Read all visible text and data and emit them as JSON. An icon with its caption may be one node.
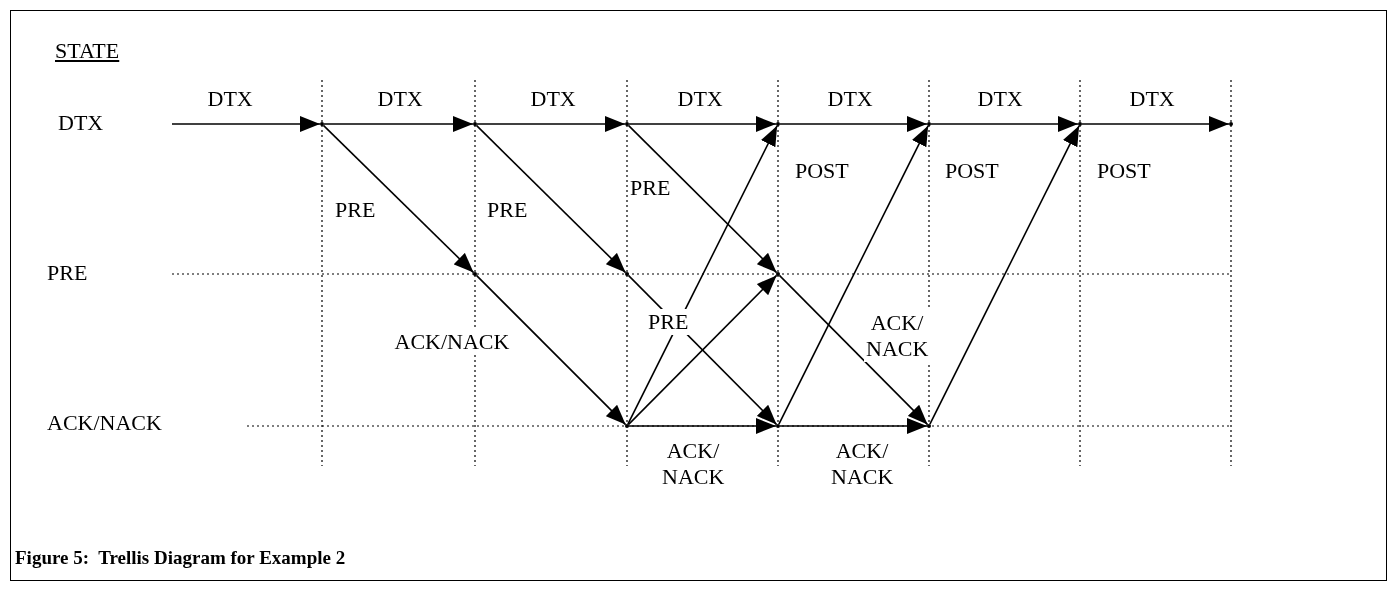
{
  "diagram": {
    "caption": "Figure 5:  Trellis Diagram for Example 2",
    "nodes": [
      {
        "text": [],
        "shape": "dot"
      },
      {
        "text": [],
        "shape": "dot"
      },
      {
        "text": [],
        "shape": "dot"
      },
      {
        "text": [],
        "shape": "dot"
      },
      {
        "text": [],
        "shape": "dot"
      },
      {
        "text": [],
        "shape": "dot"
      },
      {
        "text": [],
        "shape": "dot"
      },
      {
        "text": [],
        "shape": "dot"
      },
      {
        "text": [],
        "shape": "dot"
      },
      {
        "text": [],
        "shape": "dot"
      },
      {
        "text": [],
        "shape": "dot"
      },
      {
        "text": [],
        "shape": "dot"
      },
      {
        "text": [],
        "shape": "dot"
      }
    ],
    "edges": [
      {
        "from": null,
        "to": 0,
        "arrow": "to",
        "label": "DTX"
      },
      {
        "from": 0,
        "to": 1,
        "arrow": "to",
        "label": "DTX"
      },
      {
        "from": 1,
        "to": 2,
        "arrow": "to",
        "label": "DTX"
      },
      {
        "from": 2,
        "to": 3,
        "arrow": "to",
        "label": "DTX"
      },
      {
        "from": 3,
        "to": 4,
        "arrow": "to",
        "label": "DTX"
      },
      {
        "from": 4,
        "to": 5,
        "arrow": "to",
        "label": "DTX"
      },
      {
        "from": 5,
        "to": 6,
        "arrow": "to",
        "label": "DTX"
      },
      {
        "from": 0,
        "to": 7,
        "arrow": "to",
        "label": "PRE"
      },
      {
        "from": 1,
        "to": 8,
        "arrow": "to",
        "label": "PRE"
      },
      {
        "from": 2,
        "to": 9,
        "arrow": "to",
        "label": "PRE"
      },
      {
        "from": 7,
        "to": 10,
        "arrow": "to",
        "label": "ACK/NACK"
      },
      {
        "from": 8,
        "to": 11,
        "arrow": "to"
      },
      {
        "from": 9,
        "to": 12,
        "arrow": "to",
        "label": "ACK/ NACK"
      },
      {
        "from": 10,
        "to": 3,
        "arrow": "to",
        "label": "POST"
      },
      {
        "from": 10,
        "to": 9,
        "arrow": "to",
        "label": "PRE"
      },
      {
        "from": 11,
        "to": 4,
        "arrow": "to",
        "label": "POST"
      },
      {
        "from": 12,
        "to": 5,
        "arrow": "to",
        "label": "POST"
      },
      {
        "from": 10,
        "to": 11,
        "arrow": "to",
        "label": "ACK/ NACK"
      },
      {
        "from": 11,
        "to": 12,
        "arrow": "to",
        "label": "ACK/ NACK"
      }
    ],
    "labels": [
      "STATE",
      "DTX",
      "PRE",
      "ACK/NACK"
    ]
  }
}
